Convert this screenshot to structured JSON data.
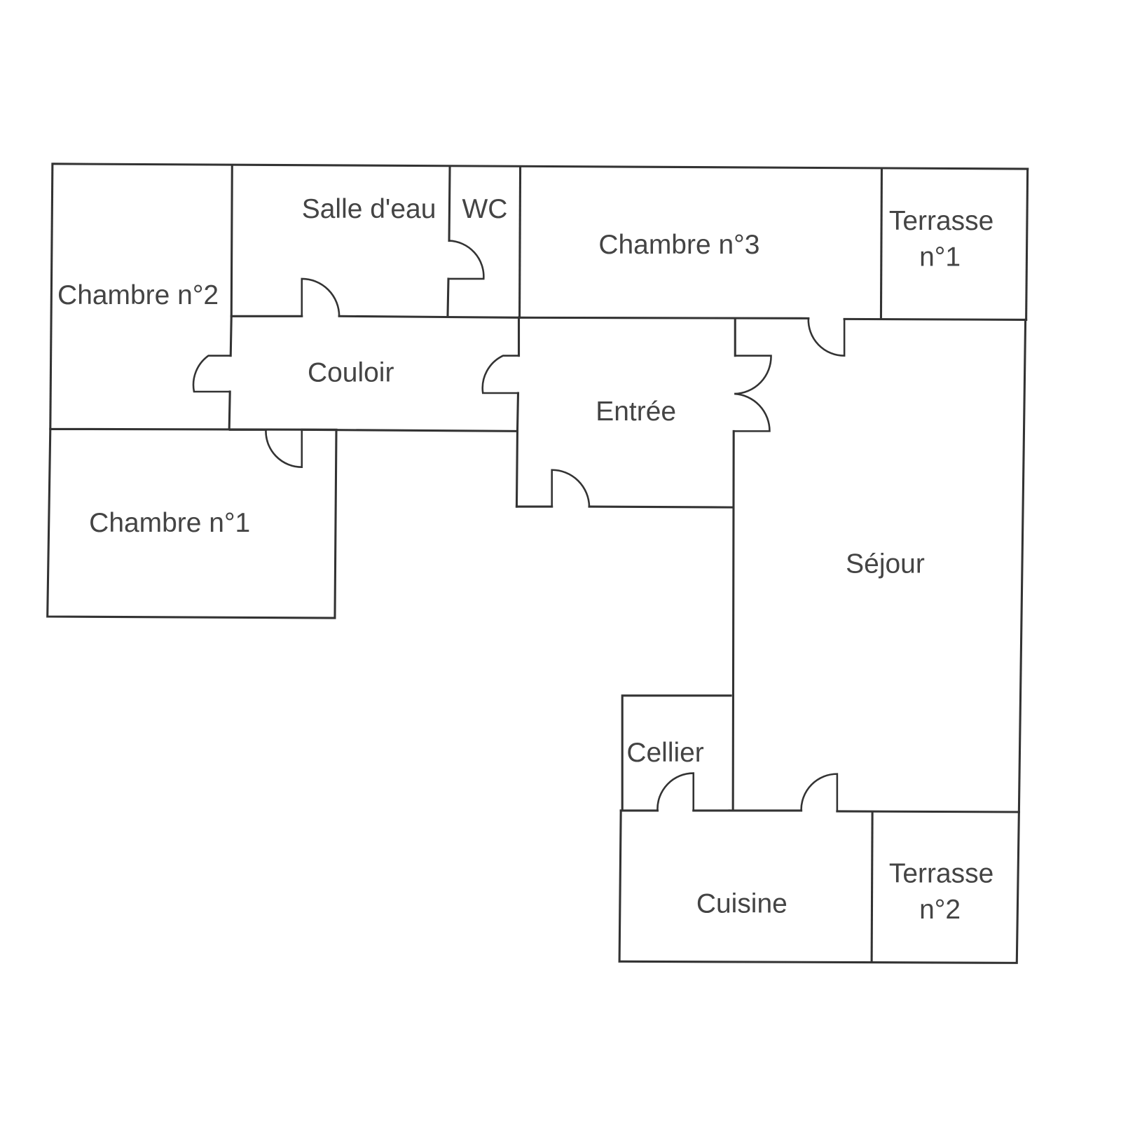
{
  "plan": {
    "rooms": {
      "chambre2": "Chambre n°2",
      "salle_deau": "Salle d'eau",
      "wc": "WC",
      "chambre3": "Chambre n°3",
      "terrasse1_line1": "Terrasse",
      "terrasse1_line2": "n°1",
      "couloir": "Couloir",
      "entree": "Entrée",
      "chambre1": "Chambre n°1",
      "sejour": "Séjour",
      "cellier": "Cellier",
      "cuisine": "Cuisine",
      "terrasse2_line1": "Terrasse",
      "terrasse2_line2": "n°2"
    }
  }
}
